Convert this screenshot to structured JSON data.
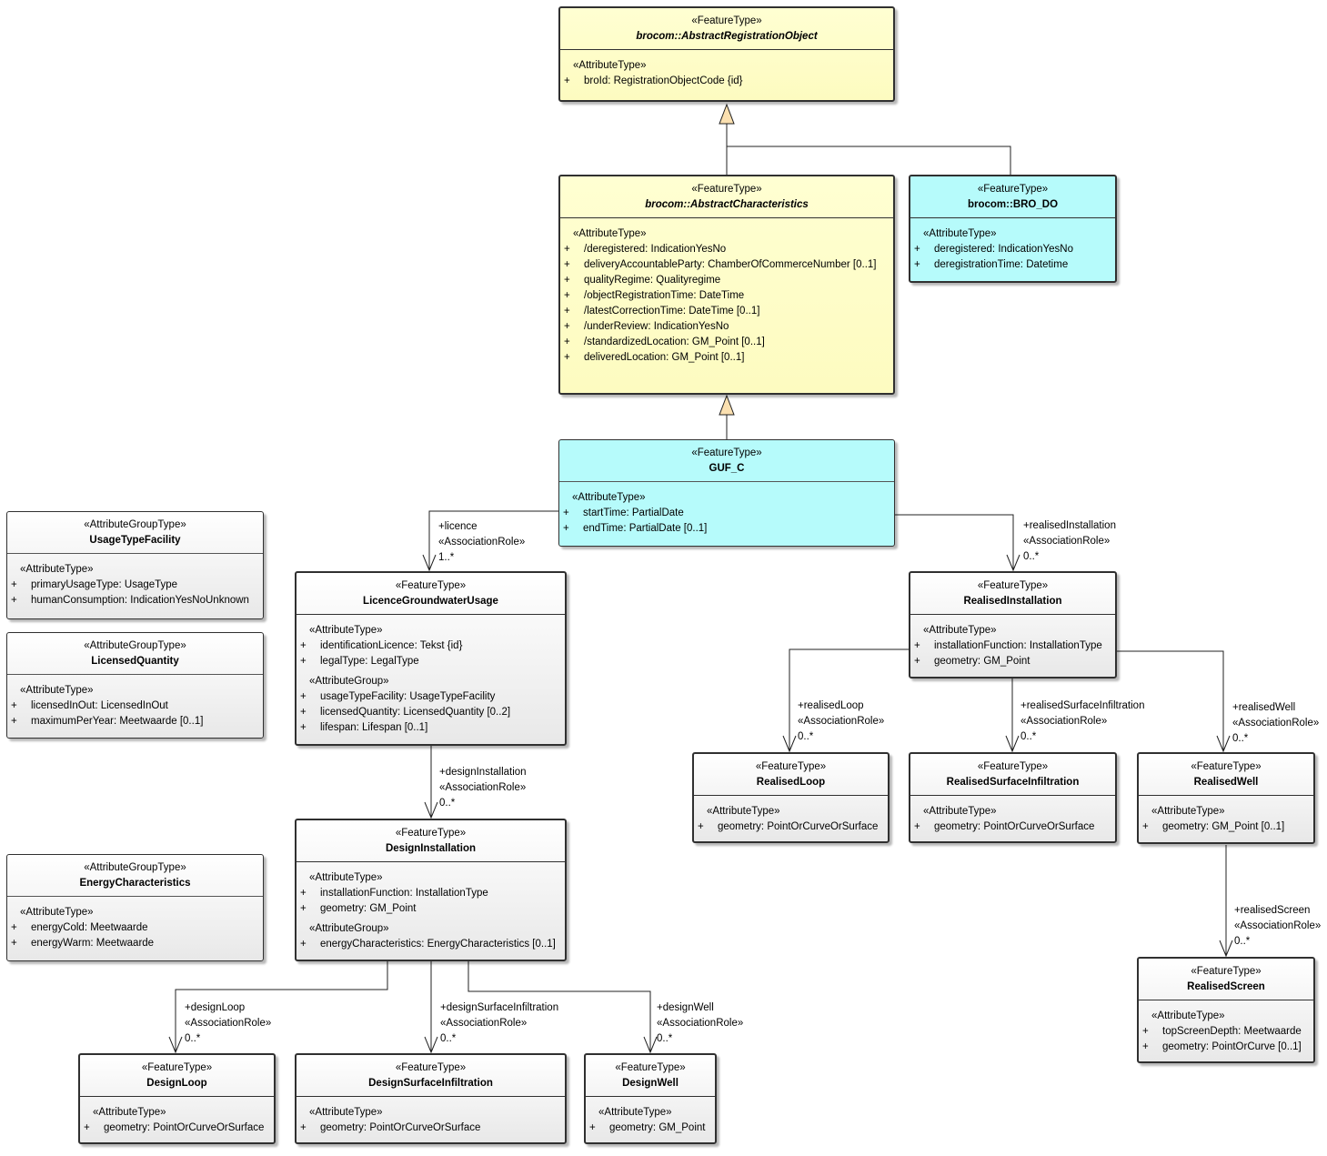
{
  "classes": {
    "are": {
      "stereotype": "«FeatureType»",
      "name": "brocom::AbstractRegistrationObject",
      "sections": [
        {
          "label": "«AttributeType»",
          "items": [
            {
              "vis": "+",
              "text": "broId: RegistrationObjectCode {id}"
            }
          ]
        }
      ]
    },
    "ach": {
      "stereotype": "«FeatureType»",
      "name": "brocom::AbstractCharacteristics",
      "sections": [
        {
          "label": "«AttributeType»",
          "items": [
            {
              "vis": "+",
              "text": "/deregistered: IndicationYesNo"
            },
            {
              "vis": "+",
              "text": "deliveryAccountableParty: ChamberOfCommerceNumber [0..1]"
            },
            {
              "vis": "+",
              "text": "qualityRegime: Qualityregime"
            },
            {
              "vis": "+",
              "text": "/objectRegistrationTime: DateTime"
            },
            {
              "vis": "+",
              "text": "/latestCorrectionTime: DateTime [0..1]"
            },
            {
              "vis": "+",
              "text": "/underReview: IndicationYesNo"
            },
            {
              "vis": "+",
              "text": "/standardizedLocation: GM_Point [0..1]"
            },
            {
              "vis": "+",
              "text": "deliveredLocation: GM_Point [0..1]"
            }
          ]
        }
      ]
    },
    "bro": {
      "stereotype": "«FeatureType»",
      "name": "brocom::BRO_DO",
      "sections": [
        {
          "label": "«AttributeType»",
          "items": [
            {
              "vis": "+",
              "text": "deregistered: IndicationYesNo"
            },
            {
              "vis": "+",
              "text": "deregistrationTime: Datetime"
            }
          ]
        }
      ]
    },
    "guf": {
      "stereotype": "«FeatureType»",
      "name": "GUF_C",
      "sections": [
        {
          "label": "«AttributeType»",
          "items": [
            {
              "vis": "+",
              "text": "startTime: PartialDate"
            },
            {
              "vis": "+",
              "text": "endTime: PartialDate [0..1]"
            }
          ]
        }
      ]
    },
    "utf": {
      "stereotype": "«AttributeGroupType»",
      "name": "UsageTypeFacility",
      "sections": [
        {
          "label": "«AttributeType»",
          "items": [
            {
              "vis": "+",
              "text": "primaryUsageType: UsageType"
            },
            {
              "vis": "+",
              "text": "humanConsumption: IndicationYesNoUnknown"
            }
          ]
        }
      ]
    },
    "lq": {
      "stereotype": "«AttributeGroupType»",
      "name": "LicensedQuantity",
      "sections": [
        {
          "label": "«AttributeType»",
          "items": [
            {
              "vis": "+",
              "text": "licensedInOut: LicensedInOut"
            },
            {
              "vis": "+",
              "text": "maximumPerYear: Meetwaarde [0..1]"
            }
          ]
        }
      ]
    },
    "ec": {
      "stereotype": "«AttributeGroupType»",
      "name": "EnergyCharacteristics",
      "sections": [
        {
          "label": "«AttributeType»",
          "items": [
            {
              "vis": "+",
              "text": "energyCold: Meetwaarde"
            },
            {
              "vis": "+",
              "text": "energyWarm: Meetwaarde"
            }
          ]
        }
      ]
    },
    "lgu": {
      "stereotype": "«FeatureType»",
      "name": "LicenceGroundwaterUsage",
      "sections": [
        {
          "label": "«AttributeType»",
          "items": [
            {
              "vis": "+",
              "text": "identificationLicence: Tekst {id}"
            },
            {
              "vis": "+",
              "text": "legalType: LegalType"
            }
          ]
        },
        {
          "label": "«AttributeGroup»",
          "items": [
            {
              "vis": "+",
              "text": "usageTypeFacility: UsageTypeFacility"
            },
            {
              "vis": "+",
              "text": "licensedQuantity: LicensedQuantity [0..2]"
            },
            {
              "vis": "+",
              "text": "lifespan: Lifespan [0..1]"
            }
          ]
        }
      ]
    },
    "di": {
      "stereotype": "«FeatureType»",
      "name": "DesignInstallation",
      "sections": [
        {
          "label": "«AttributeType»",
          "items": [
            {
              "vis": "+",
              "text": "installationFunction: InstallationType"
            },
            {
              "vis": "+",
              "text": "geometry: GM_Point"
            }
          ]
        },
        {
          "label": "«AttributeGroup»",
          "items": [
            {
              "vis": "+",
              "text": "energyCharacteristics: EnergyCharacteristics [0..1]"
            }
          ]
        }
      ]
    },
    "dl": {
      "stereotype": "«FeatureType»",
      "name": "DesignLoop",
      "sections": [
        {
          "label": "«AttributeType»",
          "items": [
            {
              "vis": "+",
              "text": "geometry: PointOrCurveOrSurface"
            }
          ]
        }
      ]
    },
    "dsi": {
      "stereotype": "«FeatureType»",
      "name": "DesignSurfaceInfiltration",
      "sections": [
        {
          "label": "«AttributeType»",
          "items": [
            {
              "vis": "+",
              "text": "geometry: PointOrCurveOrSurface"
            }
          ]
        }
      ]
    },
    "dw": {
      "stereotype": "«FeatureType»",
      "name": "DesignWell",
      "sections": [
        {
          "label": "«AttributeType»",
          "items": [
            {
              "vis": "+",
              "text": "geometry: GM_Point"
            }
          ]
        }
      ]
    },
    "ri": {
      "stereotype": "«FeatureType»",
      "name": "RealisedInstallation",
      "sections": [
        {
          "label": "«AttributeType»",
          "items": [
            {
              "vis": "+",
              "text": "installationFunction: InstallationType"
            },
            {
              "vis": "+",
              "text": "geometry: GM_Point"
            }
          ]
        }
      ]
    },
    "rl": {
      "stereotype": "«FeatureType»",
      "name": "RealisedLoop",
      "sections": [
        {
          "label": "«AttributeType»",
          "items": [
            {
              "vis": "+",
              "text": "geometry: PointOrCurveOrSurface"
            }
          ]
        }
      ]
    },
    "rsi": {
      "stereotype": "«FeatureType»",
      "name": "RealisedSurfaceInfiltration",
      "sections": [
        {
          "label": "«AttributeType»",
          "items": [
            {
              "vis": "+",
              "text": "geometry: PointOrCurveOrSurface"
            }
          ]
        }
      ]
    },
    "rw": {
      "stereotype": "«FeatureType»",
      "name": "RealisedWell",
      "sections": [
        {
          "label": "«AttributeType»",
          "items": [
            {
              "vis": "+",
              "text": "geometry: GM_Point [0..1]"
            }
          ]
        }
      ]
    },
    "rs": {
      "stereotype": "«FeatureType»",
      "name": "RealisedScreen",
      "sections": [
        {
          "label": "«AttributeType»",
          "items": [
            {
              "vis": "+",
              "text": "topScreenDepth: Meetwaarde"
            },
            {
              "vis": "+",
              "text": "geometry: PointOrCurve [0..1]"
            }
          ]
        }
      ]
    }
  },
  "associations": {
    "licence": {
      "role": "+licence",
      "stereotype": "«AssociationRole»",
      "multiplicity": "1..*"
    },
    "realisedInstallation": {
      "role": "+realisedInstallation",
      "stereotype": "«AssociationRole»",
      "multiplicity": "0..*"
    },
    "designInstallation": {
      "role": "+designInstallation",
      "stereotype": "«AssociationRole»",
      "multiplicity": "0..*"
    },
    "realisedLoop": {
      "role": "+realisedLoop",
      "stereotype": "«AssociationRole»",
      "multiplicity": "0..*"
    },
    "realisedSurfaceInfiltration": {
      "role": "+realisedSurfaceInfiltration",
      "stereotype": "«AssociationRole»",
      "multiplicity": "0..*"
    },
    "realisedWell": {
      "role": "+realisedWell",
      "stereotype": "«AssociationRole»",
      "multiplicity": "0..*"
    },
    "realisedScreen": {
      "role": "+realisedScreen",
      "stereotype": "«AssociationRole»",
      "multiplicity": "0..*"
    },
    "designLoop": {
      "role": "+designLoop",
      "stereotype": "«AssociationRole»",
      "multiplicity": "0..*"
    },
    "designSurfaceInfiltration": {
      "role": "+designSurfaceInfiltration",
      "stereotype": "«AssociationRole»",
      "multiplicity": "0..*"
    },
    "designWell": {
      "role": "+designWell",
      "stereotype": "«AssociationRole»",
      "multiplicity": "0..*"
    }
  }
}
